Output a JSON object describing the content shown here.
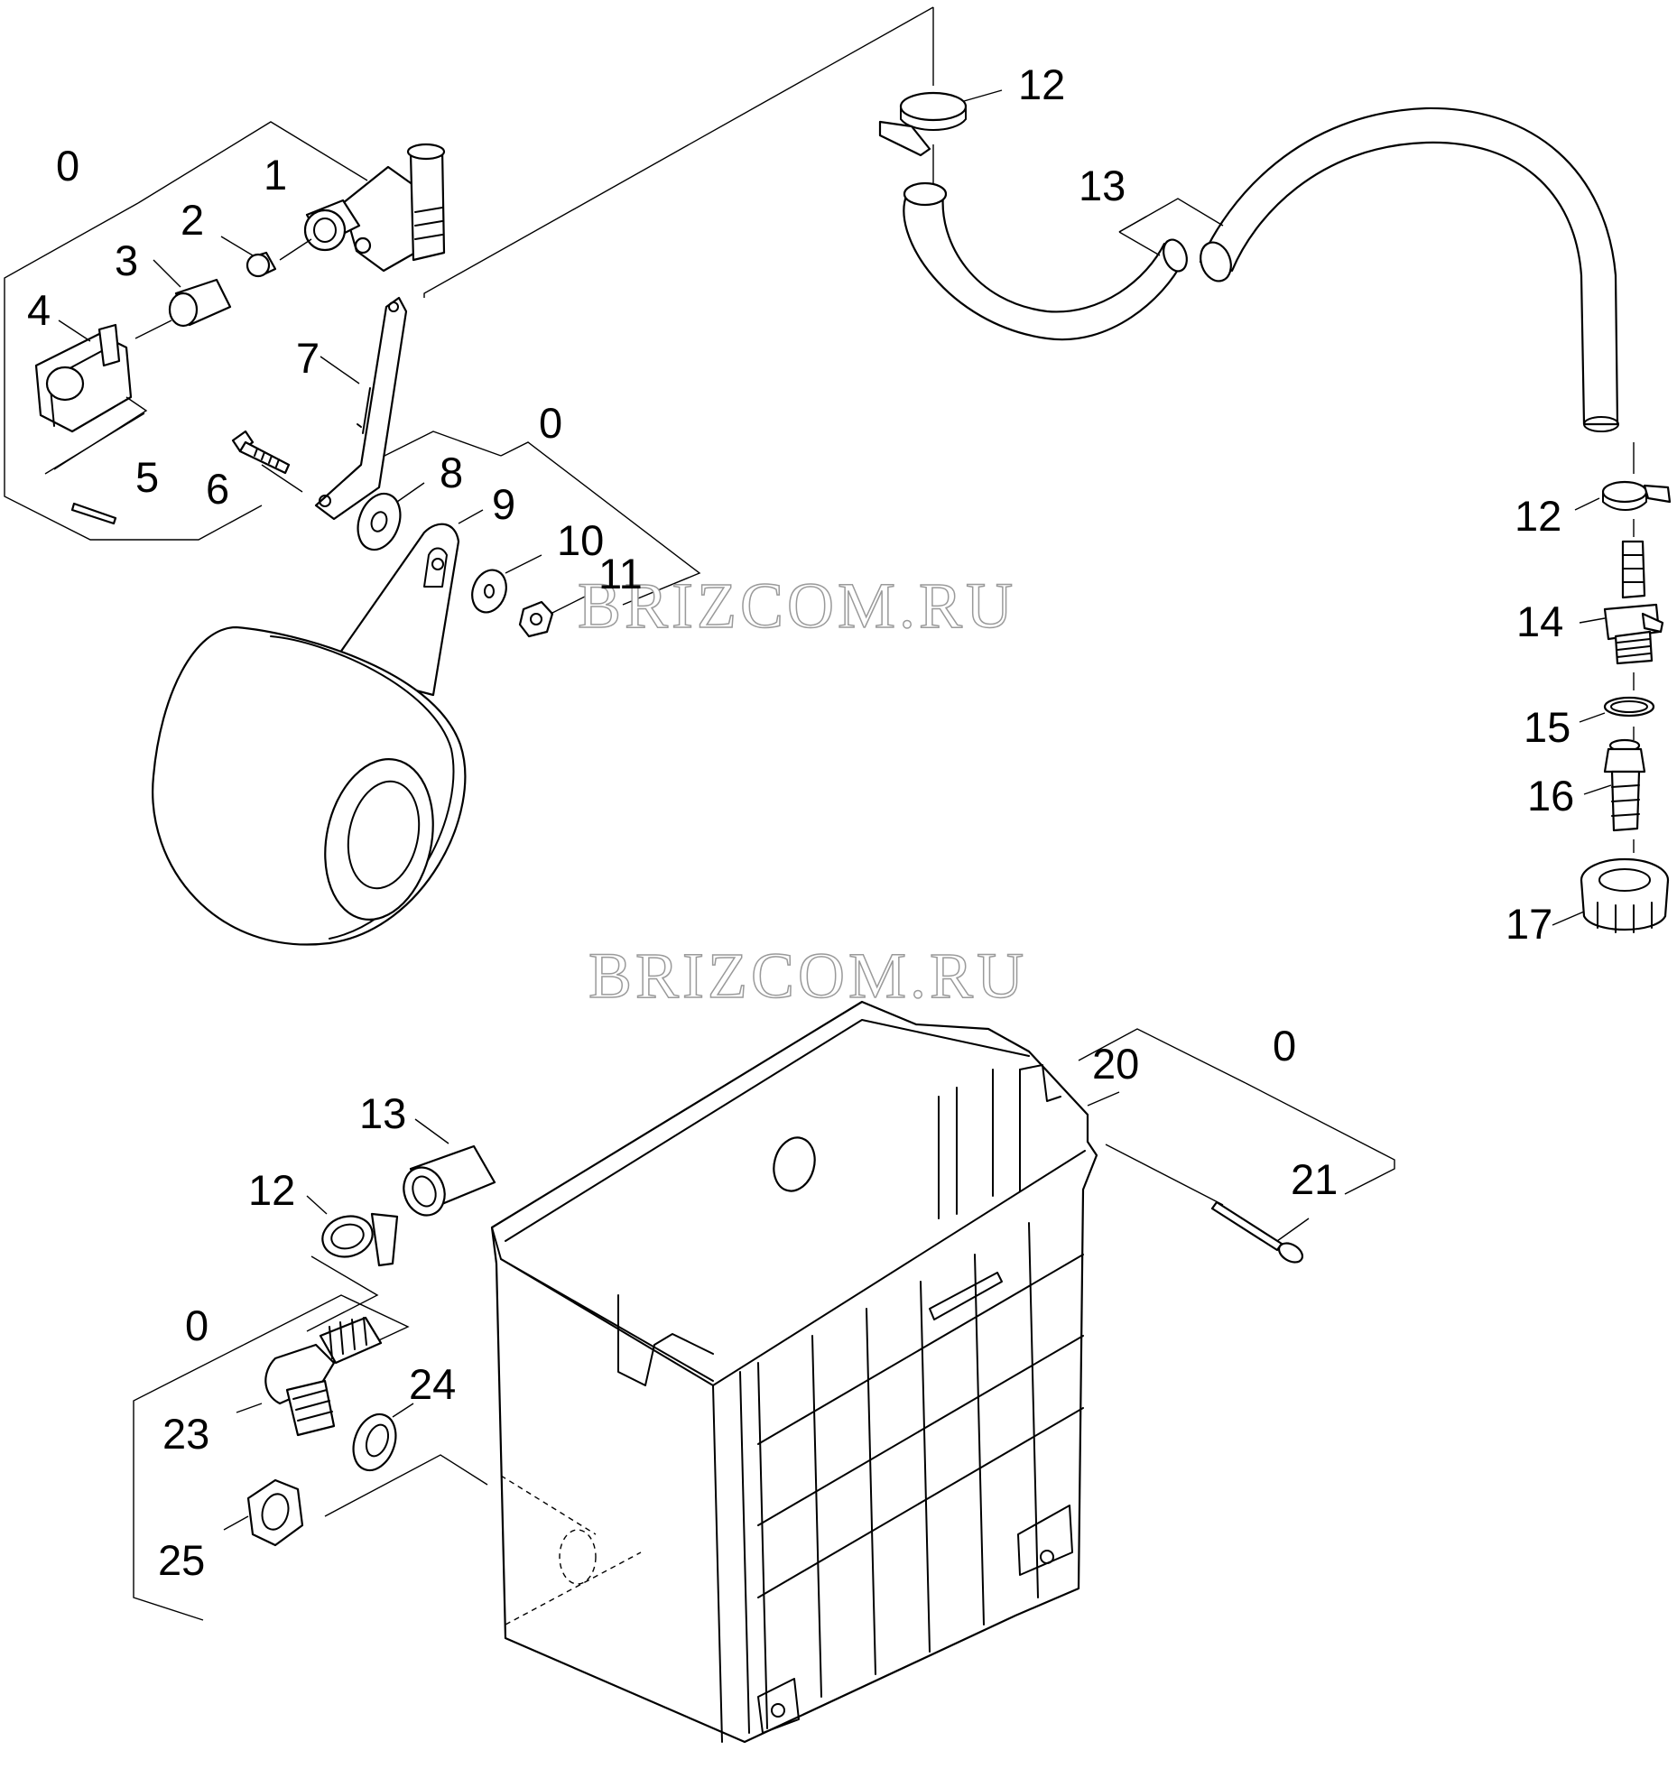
{
  "watermark": "BRIZCOM.RU",
  "callouts": {
    "c0a": "0",
    "c1": "1",
    "c2": "2",
    "c3": "3",
    "c4": "4",
    "c5": "5",
    "c6": "6",
    "c7": "7",
    "c0b": "0",
    "c8": "8",
    "c9": "9",
    "c10": "10",
    "c11": "11",
    "c12a": "12",
    "c13a": "13",
    "c12b": "12",
    "c14": "14",
    "c15": "15",
    "c16": "16",
    "c17": "17",
    "c0c": "0",
    "c20": "20",
    "c21": "21",
    "c13b": "13",
    "c12c": "12",
    "c0d": "0",
    "c23": "23",
    "c24": "24",
    "c25": "25"
  }
}
